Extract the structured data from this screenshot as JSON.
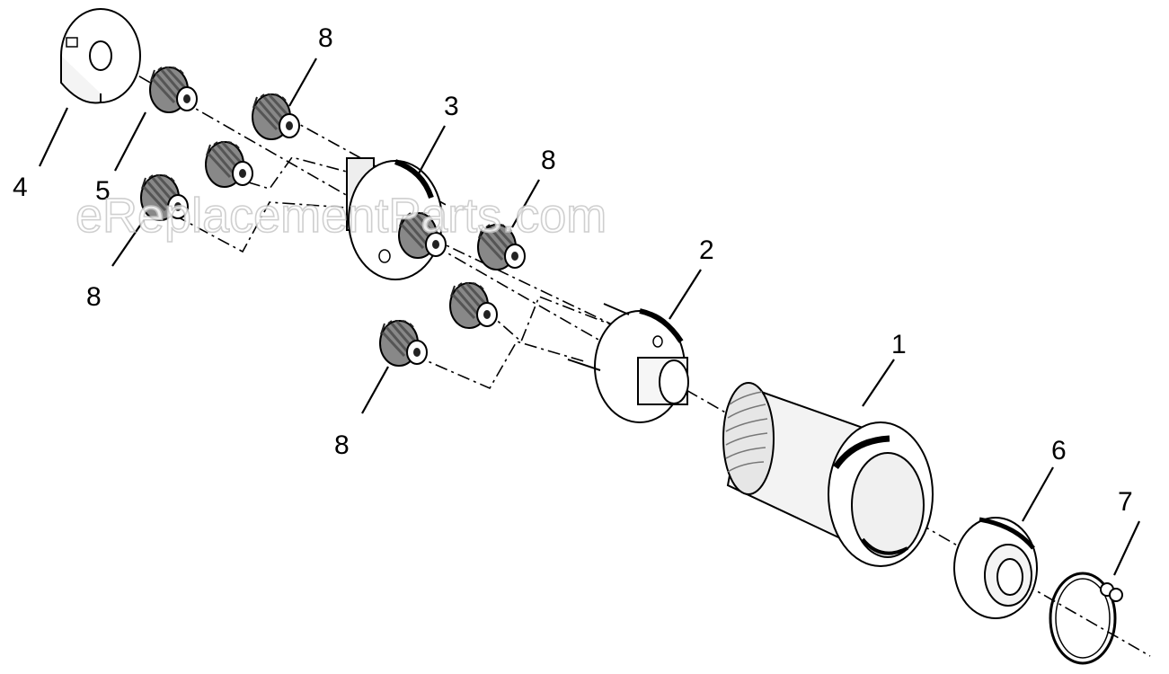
{
  "watermark": "eReplacementParts.com",
  "callouts": {
    "c1": "1",
    "c2": "2",
    "c3": "3",
    "c4": "4",
    "c5": "5",
    "c6": "6",
    "c7": "7",
    "c8a": "8",
    "c8b": "8",
    "c8c": "8",
    "c8d": "8"
  }
}
